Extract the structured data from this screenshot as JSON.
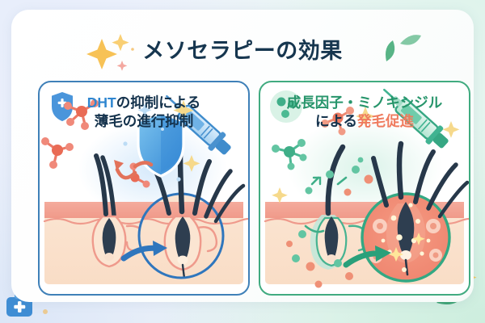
{
  "page": {
    "title": "メソセラピーの効果",
    "background_gradient_from": "#e9eefb",
    "background_gradient_to": "#e6f6ef",
    "card_bg": "#ffffff"
  },
  "decorations": {
    "title_sparkles_color": "#f6c04a",
    "title_sparkle_small_color": "#f3a8a0",
    "leaf_color_dark": "#4aa777",
    "leaf_color_light": "#8fcfae",
    "corner_sparkle_color": "#f6c04a",
    "medkit_icon": "medical-kit-icon",
    "medkit_color": "#3f8dd4"
  },
  "panels": [
    {
      "id": "left",
      "accent": "#3f80b8",
      "heading_lines": [
        [
          {
            "text": "DHT",
            "color": "#2f86d0"
          },
          {
            "text": "の抑制による",
            "color": "#14324c"
          }
        ],
        [
          {
            "text": "薄毛の進行抑制",
            "color": "#14324c"
          }
        ]
      ],
      "illustration": {
        "name": "dht-suppression-diagram",
        "elements": [
          "shield-icon",
          "shield-badge-plus-icon",
          "syringe-blue-icon",
          "dht-molecule",
          "blocked-arrow",
          "skin-cross-section",
          "hair-follicle",
          "magnifier-circle",
          "transition-arrow",
          "sparkle"
        ],
        "skin_top_color": "#f2a294",
        "skin_body_color": "#fbe2cd",
        "follicle_color": "#2b3a4a",
        "molecule_color": "#ee8070",
        "shield_color": "#3f9ae0",
        "syringe_color": "#3f8ccc",
        "arrow_color": "#2f76bd",
        "magnifier_ring": "#2f76bd"
      }
    },
    {
      "id": "right",
      "accent": "#41ab80",
      "heading_lines": [
        [
          {
            "text": "成長因子・ミノキシジル",
            "color": "#27956b"
          }
        ],
        [
          {
            "text": "による",
            "color": "#14324c"
          },
          {
            "text": "発毛促進",
            "color": "#ef7b5e"
          }
        ]
      ],
      "illustration": {
        "name": "hair-growth-promotion-diagram",
        "elements": [
          "growth-factor-cluster-icon",
          "syringe-green-icon",
          "growth-molecule",
          "coral-molecule",
          "skin-cross-section",
          "hair-follicle",
          "magnifier-circle-active",
          "transition-arrow",
          "sparkle"
        ],
        "skin_top_color": "#f2a294",
        "skin_body_color": "#fbe2cd",
        "follicle_color": "#2b3a4a",
        "molecule_green": "#4cb894",
        "molecule_coral": "#ef8a70",
        "syringe_color": "#36a783",
        "arrow_color": "#2aa07a",
        "magnifier_ring": "#33a883",
        "magnifier_fill": "#f28d78",
        "glow_color": "#ffe9a8"
      }
    }
  ]
}
